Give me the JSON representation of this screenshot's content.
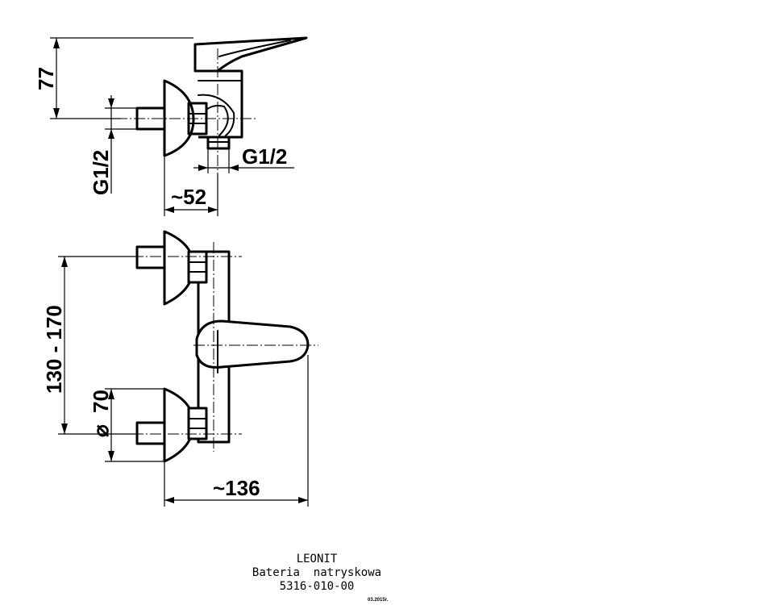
{
  "dimensions": {
    "height_top": "77",
    "thread_left": "G1/2",
    "thread_right": "G1/2",
    "depth": "~52",
    "spacing": "130 - 170",
    "diameter_symbol": "⌀",
    "diameter": "70",
    "width": "~136"
  },
  "title_block": {
    "name": "LEONIT",
    "description": "Bateria  natryskowa",
    "code": "5316-010-00",
    "date": "03.2015r."
  }
}
